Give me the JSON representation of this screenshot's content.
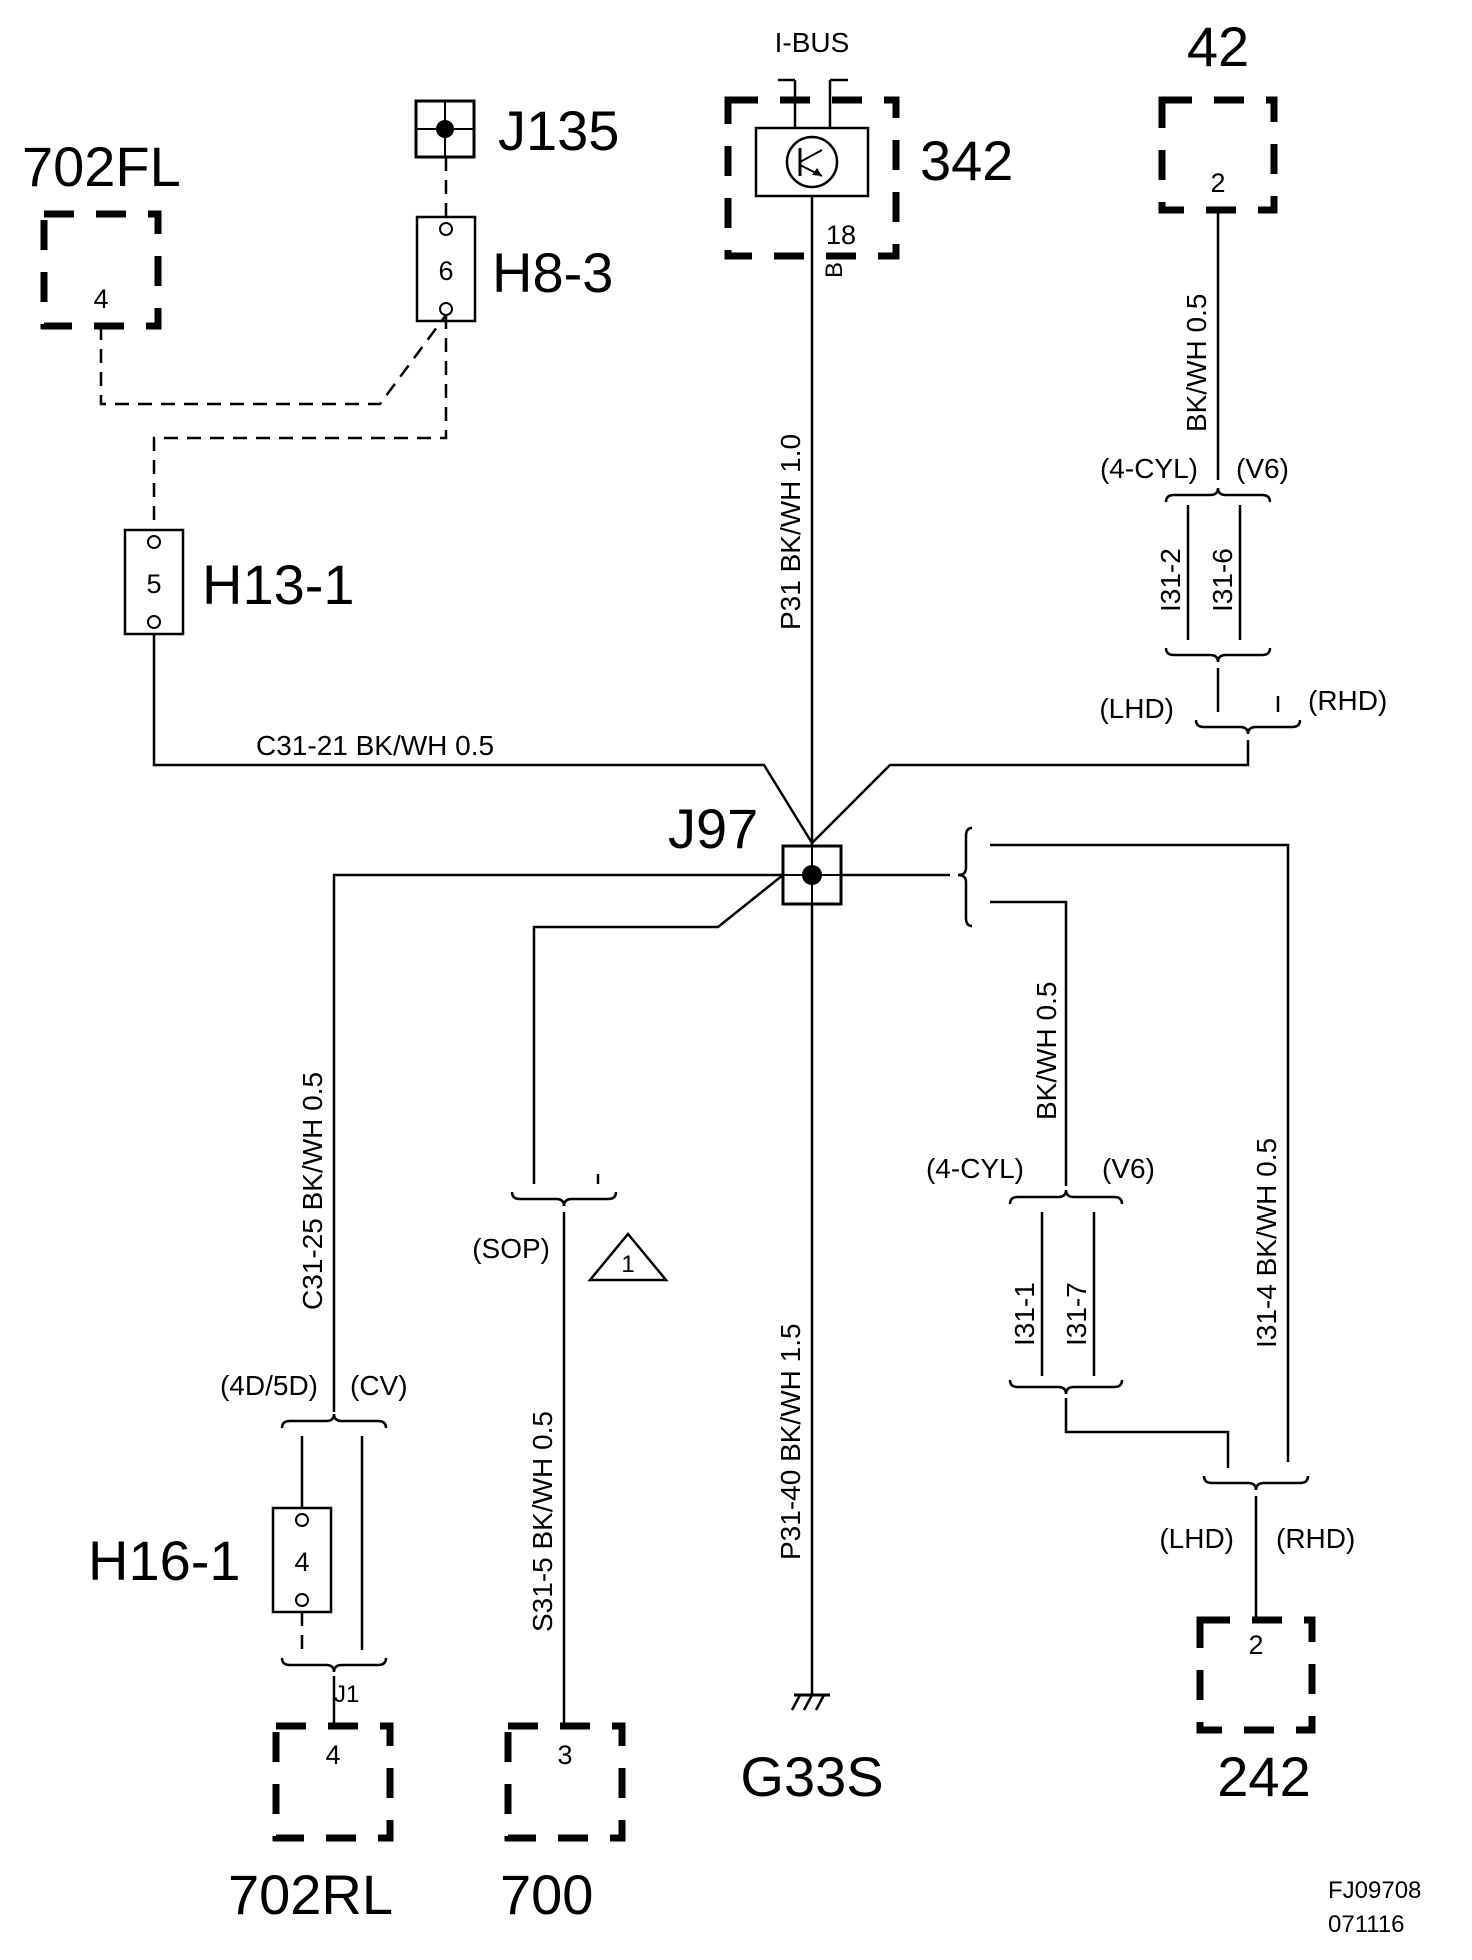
{
  "components": {
    "c702fl": "702FL",
    "c702fl_pin": "4",
    "j135": "J135",
    "h8_3": "H8-3",
    "h8_3_pin": "6",
    "h13_1": "H13-1",
    "h13_1_pin": "5",
    "ibus": "I-BUS",
    "c342": "342",
    "c342_pin": "18",
    "c342_b": "B",
    "c42": "42",
    "c42_pin": "2",
    "j97": "J97",
    "h16_1": "H16-1",
    "h16_1_pin": "4",
    "j1": "J1",
    "c702rl": "702RL",
    "c702rl_pin": "4",
    "c700": "700",
    "c700_pin": "3",
    "g33s": "G33S",
    "c242": "242",
    "c242_pin": "2"
  },
  "wires": {
    "top_vertical": "P31   BK/WH   1.0",
    "bottom_vertical": "P31-40   BK/WH   1.5",
    "c31_21": "C31-21     BK/WH     0.5",
    "c42_wire": "BK/WH  0.5",
    "left_wire": "C31-25     BK/WH   0.5",
    "s31_5": "S31-5     BK/WH  0.5",
    "mid_right_wire": "BK/WH    0.5",
    "right_wire": "I31-4   BK/WH     0.5",
    "i31_2": "I31-2",
    "i31_6": "I31-6",
    "i31_1": "I31-1",
    "i31_7": "I31-7"
  },
  "variants": {
    "four_cyl": "(4-CYL)",
    "v6": "(V6)",
    "lhd": "(LHD)",
    "rhd": "(RHD)",
    "four_cyl_2": "(4-CYL)",
    "v6_2": "(V6)",
    "lhd_2": "(LHD)",
    "rhd_2": "(RHD)",
    "d45": "(4D/5D)",
    "cv": "(CV)",
    "sop": "(SOP)",
    "note_number": "1"
  },
  "footer": {
    "code": "FJ09708",
    "date": "071116"
  }
}
